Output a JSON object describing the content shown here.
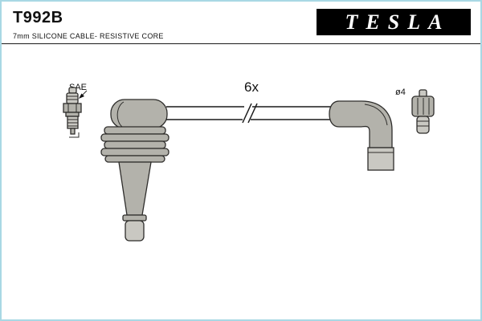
{
  "header": {
    "part_number": "T992B",
    "subtitle": "7mm SILICONE CABLE- RESISTIVE CORE",
    "brand": "TESLA"
  },
  "diagram": {
    "sae_label": "SAE",
    "quantity_label": "6x",
    "diameter_label": "ø4"
  },
  "colors": {
    "border": "#a8d8e4",
    "logo_bg": "#000000",
    "logo_text": "#ffffff",
    "part_fill": "#b3b2ab",
    "part_fill_light": "#c9c8c2",
    "outline": "#2e2d2b"
  }
}
